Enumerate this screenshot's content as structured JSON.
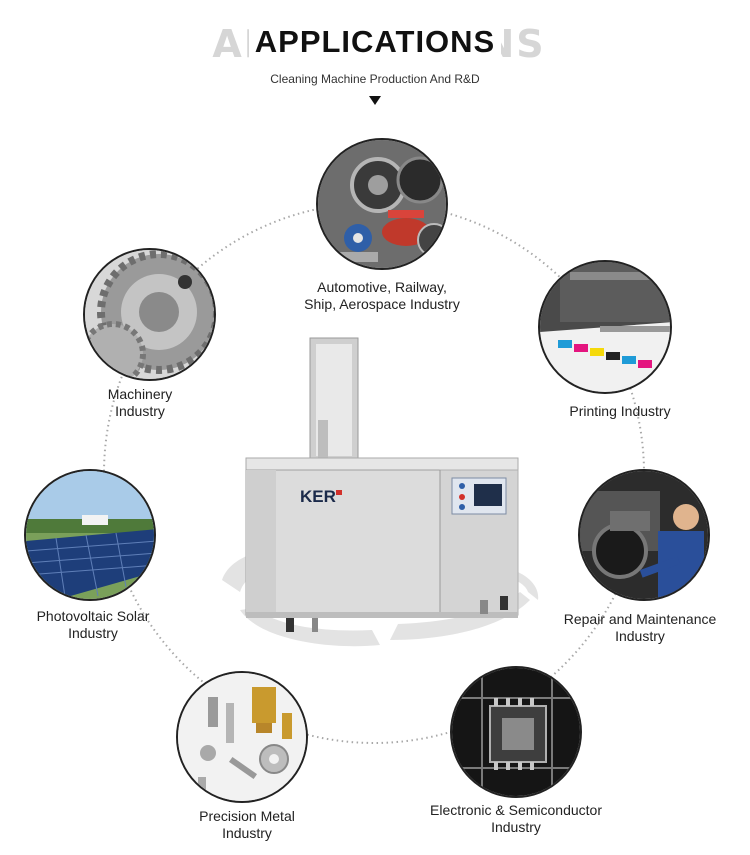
{
  "header": {
    "title": "APPLICATIONS",
    "title_shadow": "APPLICATIONS",
    "subtitle": "Cleaning Machine Production And R&D"
  },
  "machine": {
    "brand": "KER"
  },
  "applications": [
    {
      "line1": "Automotive, Railway,",
      "line2": "Ship, Aerospace Industry",
      "icon": "auto-parts-icon"
    },
    {
      "line1": "Machinery",
      "line2": "Industry",
      "icon": "gear-icon"
    },
    {
      "line1": "Printing Industry",
      "line2": "",
      "icon": "printer-icon"
    },
    {
      "line1": "Photovoltaic Solar",
      "line2": "Industry",
      "icon": "solar-panel-icon"
    },
    {
      "line1": "Repair and Maintenance",
      "line2": "Industry",
      "icon": "mechanic-icon"
    },
    {
      "line1": "Precision Metal",
      "line2": "Industry",
      "icon": "metal-parts-icon"
    },
    {
      "line1": "Electronic & Semiconductor",
      "line2": "Industry",
      "icon": "chip-icon"
    }
  ],
  "colors": {
    "ring": "#9a9a9a",
    "steel": "#d9d9d9",
    "panel_blue": "#2f5fa8",
    "brand_red": "#d2312b"
  }
}
